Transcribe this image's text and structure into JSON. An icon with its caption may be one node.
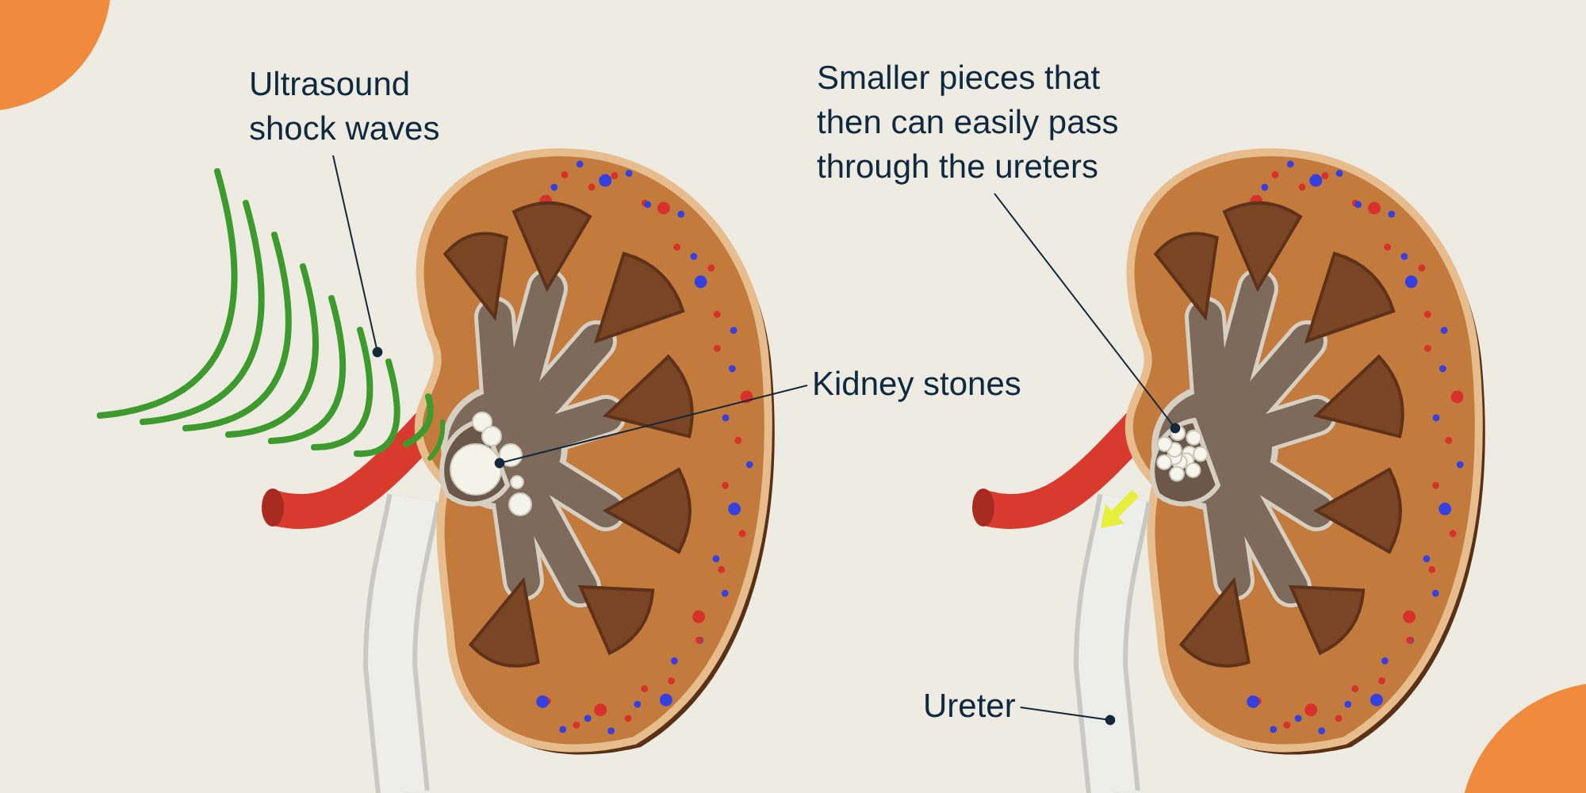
{
  "diagram": {
    "nodes": [
      {
        "text": [
          "Ultrasound shock waves"
        ]
      },
      {
        "text": [],
        "shape": "picture"
      },
      {
        "text": [
          "Kidney stones"
        ]
      },
      {
        "text": [],
        "shape": "picture"
      },
      {
        "text": [
          "Smaller pieces that then can easily pass through the ureters"
        ]
      },
      {
        "text": [],
        "shape": "picture"
      },
      {
        "text": [
          "Ureter"
        ]
      },
      {
        "text": [],
        "shape": "picture"
      }
    ],
    "edges": [
      {
        "from": 0,
        "to": 1,
        "arrow": "other"
      },
      {
        "from": 2,
        "to": 3,
        "arrow": "other"
      },
      {
        "from": 4,
        "to": 5,
        "arrow": "other"
      },
      {
        "from": 6,
        "to": 7,
        "arrow": "other"
      }
    ]
  }
}
